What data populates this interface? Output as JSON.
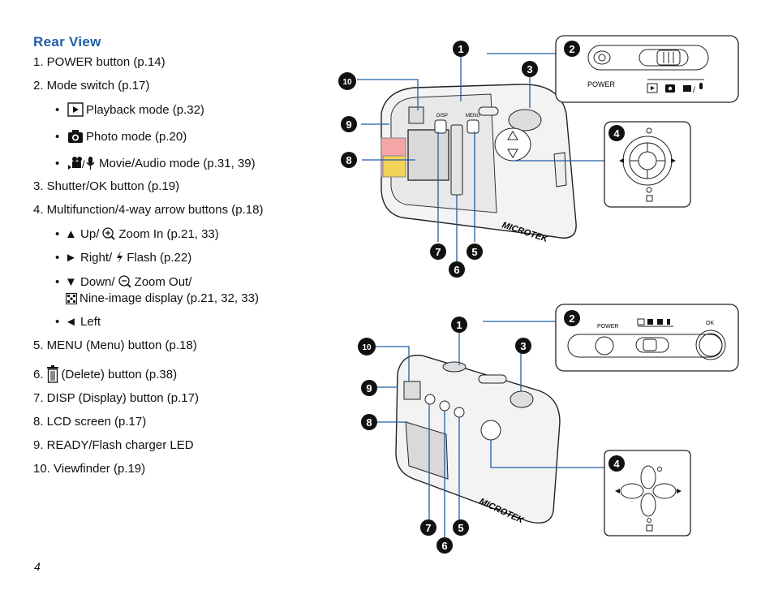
{
  "section_title": "Rear  View",
  "items": [
    {
      "text": "1.  POWER button (p.14)"
    },
    {
      "text": "2.  Mode switch (p.17)"
    },
    {
      "text": "Playback mode (p.32)"
    },
    {
      "text": "Photo mode (p.20)"
    },
    {
      "text": "Movie/Audio mode (p.31, 39)"
    },
    {
      "text": "3.  Shutter/OK button (p.19)"
    },
    {
      "text": "4.  Multifunction/4-way arrow buttons (p.18)"
    },
    {
      "text": "▲ Up/",
      "text2": "Zoom In (p.21, 33)"
    },
    {
      "text": "► Right/",
      "text2": "Flash (p.22)"
    },
    {
      "text": "▼ Down/",
      "text2": "Zoom Out/"
    },
    {
      "text": "Nine-image display (p.21, 32, 33)"
    },
    {
      "text": "◄ Left"
    },
    {
      "text": "5. MENU (Menu) button (p.18)"
    },
    {
      "text": "6.",
      "text2": "(Delete) button (p.38)"
    },
    {
      "text": "7. DISP (Display) button (p.17)"
    },
    {
      "text": "8. LCD screen (p.17)"
    },
    {
      "text": "9. READY/Flash charger LED"
    },
    {
      "text": "10. Viewfinder (p.19)"
    }
  ],
  "figure": {
    "power_label": "POWER",
    "ok_label": "OK",
    "brand": "MICROTEK",
    "disp_label": "DISP",
    "menu_label": "MENU",
    "callouts": [
      "1",
      "2",
      "3",
      "4",
      "5",
      "6",
      "7",
      "8",
      "9",
      "10"
    ]
  },
  "page_number": "4"
}
